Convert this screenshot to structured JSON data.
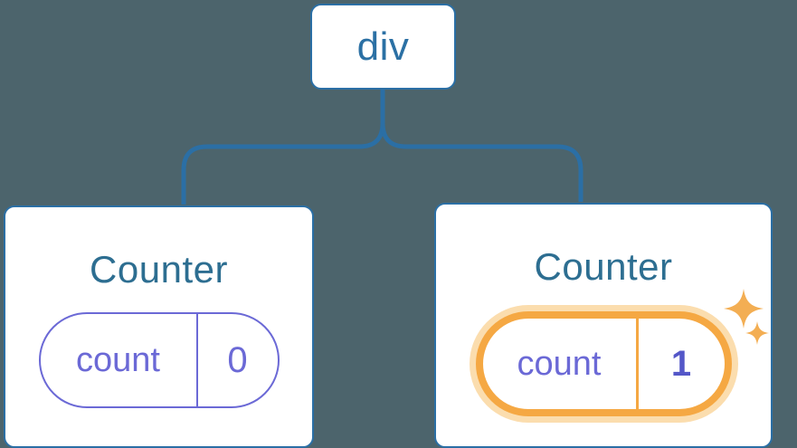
{
  "diagram": {
    "description": "React component tree: a div root with two Counter children; the second Counter's state is highlighted as changed",
    "colors": {
      "background": "#4c646c",
      "node_border_blue": "#2b6fa5",
      "root_label_blue": "#2b70a4",
      "title_teal_blue": "#2d6e91",
      "state_purple": "#6b69d6",
      "state_value_bold_purple": "#5457c8",
      "highlight_orange": "#f5a843",
      "highlight_glow_orange": "#fbddae",
      "sparkle_orange": "#f3ae53",
      "card_background": "#ffffff"
    }
  },
  "tree": {
    "root": {
      "label": "div"
    },
    "children": [
      {
        "title": "Counter",
        "state": {
          "key": "count",
          "value": "0"
        },
        "highlighted": false
      },
      {
        "title": "Counter",
        "state": {
          "key": "count",
          "value": "1"
        },
        "highlighted": true
      }
    ]
  }
}
